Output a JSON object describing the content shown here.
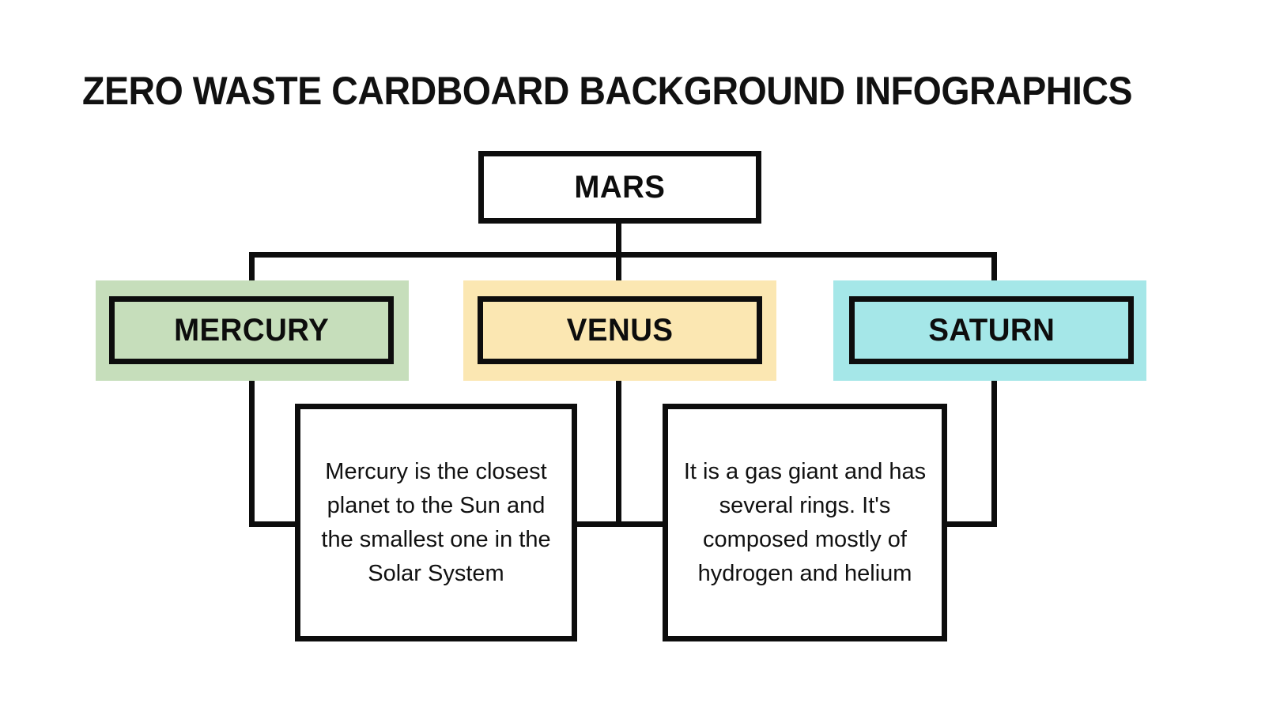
{
  "title": "ZERO WASTE CARDBOARD BACKGROUND INFOGRAPHICS",
  "colors": {
    "background": "#ffffff",
    "line": "#0d0d0d",
    "text": "#111111",
    "mercury_highlight": "#c6debb",
    "venus_highlight": "#fbe7b2",
    "saturn_highlight": "#a5e7e8"
  },
  "chart_data": {
    "type": "diagram",
    "title": "ZERO WASTE CARDBOARD BACKGROUND INFOGRAPHICS",
    "layout": "tree",
    "root": "MARS",
    "nodes": [
      {
        "id": "mars",
        "label": "MARS",
        "level": 0,
        "highlight": null
      },
      {
        "id": "mercury",
        "label": "MERCURY",
        "level": 1,
        "highlight": "#c6debb"
      },
      {
        "id": "venus",
        "label": "VENUS",
        "level": 1,
        "highlight": "#fbe7b2"
      },
      {
        "id": "saturn",
        "label": "SATURN",
        "level": 1,
        "highlight": "#a5e7e8"
      },
      {
        "id": "desc_left",
        "label": "Mercury is the closest planet to the Sun and the smallest one in the Solar System",
        "level": 2,
        "highlight": null
      },
      {
        "id": "desc_right",
        "label": "It is a gas giant and has several rings. It's composed mostly of hydrogen and helium",
        "level": 2,
        "highlight": null
      }
    ],
    "edges": [
      {
        "from": "mars",
        "to": "mercury"
      },
      {
        "from": "mars",
        "to": "venus"
      },
      {
        "from": "mars",
        "to": "saturn"
      },
      {
        "from": "mercury",
        "to": "desc_left"
      },
      {
        "from": "venus",
        "to": "desc_left"
      },
      {
        "from": "venus",
        "to": "desc_right"
      },
      {
        "from": "saturn",
        "to": "desc_right"
      }
    ]
  },
  "root": {
    "label": "MARS"
  },
  "branches": [
    {
      "id": "mercury",
      "label": "MERCURY",
      "highlight_color": "#c6debb"
    },
    {
      "id": "venus",
      "label": "VENUS",
      "highlight_color": "#fbe7b2"
    },
    {
      "id": "saturn",
      "label": "SATURN",
      "highlight_color": "#a5e7e8"
    }
  ],
  "descriptions": [
    {
      "id": "desc_left",
      "text": "Mercury is the closest planet to the Sun and the smallest one in the Solar System"
    },
    {
      "id": "desc_right",
      "text": "It is a gas giant and has several rings. It's composed mostly of hydrogen and helium"
    }
  ]
}
